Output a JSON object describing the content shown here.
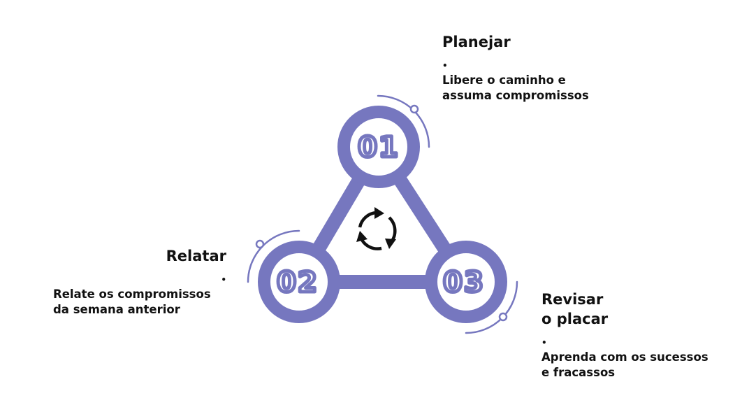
{
  "diagram": {
    "colors": {
      "ring": "#7677bf",
      "triangle_fill": "#ffffff",
      "cycle_icon": "#111111"
    },
    "center_icon": "cycle-arrows-icon",
    "steps": [
      {
        "number": "01",
        "title": "Planejar",
        "bullet": "•",
        "description": "Libere o caminho e\nassuma compromissos"
      },
      {
        "number": "02",
        "title": "Relatar",
        "bullet": "•",
        "description": "Relate os compromissos\nda semana anterior"
      },
      {
        "number": "03",
        "title": "Revisar\no placar",
        "bullet": "•",
        "description": "Aprenda com os sucessos\ne fracassos"
      }
    ]
  }
}
